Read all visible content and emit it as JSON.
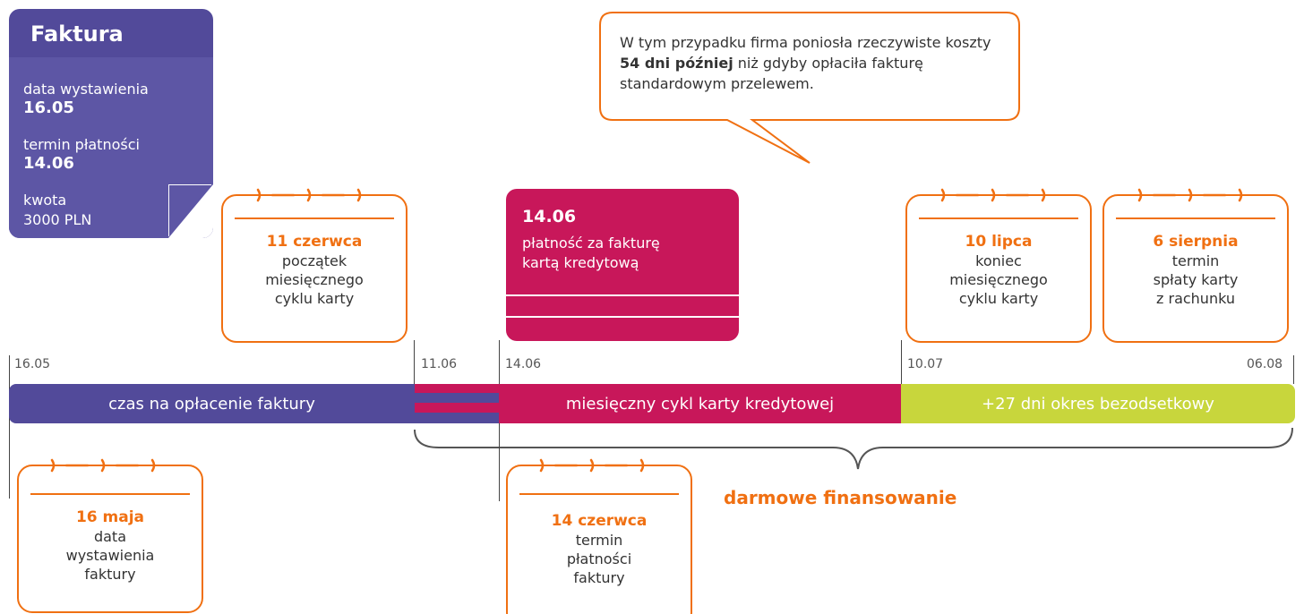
{
  "invoice": {
    "title": "Faktura",
    "issue_label": "data wystawienia",
    "issue_value": "16.05",
    "due_label": "termin płatności",
    "due_value": "14.06",
    "amount_label": "kwota",
    "amount_value": "3000 PLN"
  },
  "note": {
    "text_before": "W tym przypadku firma poniosła rzeczywiste koszty ",
    "text_bold": "54 dni później",
    "text_after": " niż gdyby opłaciła fakturę standardowym przelewem."
  },
  "calendars": {
    "june11": {
      "date": "11 czerwca",
      "line1": "początek",
      "line2": "miesięcznego",
      "line3": "cyklu karty"
    },
    "july10": {
      "date": "10 lipca",
      "line1": "koniec",
      "line2": "miesięcznego",
      "line3": "cyklu karty"
    },
    "aug6": {
      "date": "6 sierpnia",
      "line1": "termin",
      "line2": "spłaty karty",
      "line3": "z rachunku"
    },
    "may16": {
      "date": "16 maja",
      "line1": "data",
      "line2": "wystawienia",
      "line3": "faktury"
    },
    "june14": {
      "date": "14 czerwca",
      "line1": "termin",
      "line2": "płatności",
      "line3": "faktury"
    }
  },
  "payment_box": {
    "date": "14.06",
    "line1": "płatność za fakturę",
    "line2": "kartą kredytową"
  },
  "timeline": {
    "ticks": [
      "16.05",
      "11.06",
      "14.06",
      "10.07",
      "06.08"
    ],
    "segments": {
      "invoice_time": "czas na opłacenie faktury",
      "card_cycle": "miesięczny cykl karty kredytowej",
      "grace_period": "+27 dni okres bezodsetkowy"
    },
    "financing_label": "darmowe finansowanie"
  },
  "colors": {
    "purple": "#524a9a",
    "magenta": "#c8175a",
    "lime": "#c8d63c",
    "orange": "#f07012"
  }
}
